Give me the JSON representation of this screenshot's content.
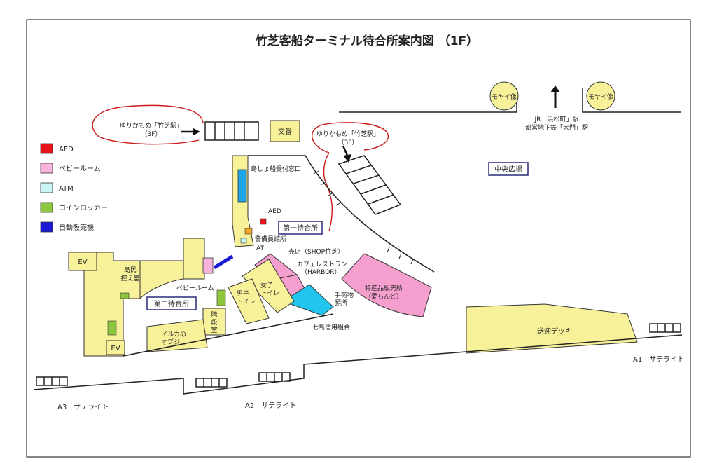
{
  "title": "竹芝客船ターミナル待合所案内図 （1F）",
  "legend": [
    {
      "label": "AED",
      "color": "#e8141c"
    },
    {
      "label": "ベビールーム",
      "color": "#f7b3dc"
    },
    {
      "label": "ATM",
      "color": "#c8f4f4"
    },
    {
      "label": "コインロッカー",
      "color": "#8dc63f"
    },
    {
      "label": "自動販売機",
      "color": "#1a1ad6"
    }
  ],
  "colors": {
    "facility": "#f7f19a",
    "shop": "#f59fcf",
    "bank": "#22c5ee",
    "ferry_desk": "#1ea6e8",
    "security": "#f5a623"
  },
  "labels": {
    "yurikamome_left": "ゆりかもめ「竹芝駅」",
    "yurikamome_left_floor": "（3F）",
    "yurikamome_right": "ゆりかもめ「竹芝駅」",
    "yurikamome_right_floor": "（3F）",
    "koban": "交番",
    "moyai_left": "モヤイ像",
    "moyai_right": "モヤイ像",
    "station_jr": "JR「浜松町」駅",
    "station_subway": "都営地下鉄「大門」駅",
    "central_plaza": "中央広場",
    "ferry_desk": "島しょ船受付窓口",
    "aed": "AED",
    "first_waiting": "第一待合所",
    "security_office": "警備員詰所",
    "atm": "AT",
    "shop": "売店（SHOP竹芝）",
    "cafe": "カフェレストラン",
    "cafe_name": "（HARBOR）",
    "specialty": "特産品販売所",
    "specialty_name": "（愛らんど）",
    "womens_toilet_1": "女子",
    "womens_toilet_2": "トイレ",
    "mens_toilet_1": "男子",
    "mens_toilet_2": "トイレ",
    "baggage_1": "手荷物",
    "baggage_2": "預所",
    "shinkin": "七島信用組合",
    "islanders_room_1": "島民",
    "islanders_room_2": "控え室",
    "baby_room": "ベビールーム",
    "second_waiting": "第二待合所",
    "ev_top": "EV",
    "ev_bottom": "EV",
    "stairs_1": "階",
    "stairs_2": "段",
    "stairs_3": "室",
    "dolphin_1": "イルカの",
    "dolphin_2": "オブジェ",
    "sogei_deck": "送迎デッキ",
    "a1": "A1　サテライト",
    "a2": "A2　サテライト",
    "a3": "A3　サテライト"
  }
}
